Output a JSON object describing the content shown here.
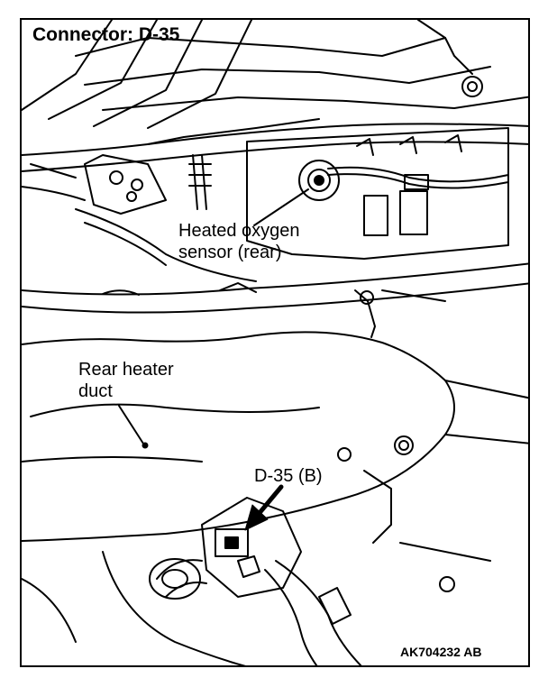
{
  "title": "Connector: D-35",
  "labels": {
    "heated_oxygen_sensor_line1": "Heated oxygen",
    "heated_oxygen_sensor_line2": "sensor (rear)",
    "rear_heater_duct_line1": "Rear heater",
    "rear_heater_duct_line2": "duct",
    "connector": "D-35 (B)"
  },
  "figure_code": "AK704232 AB"
}
